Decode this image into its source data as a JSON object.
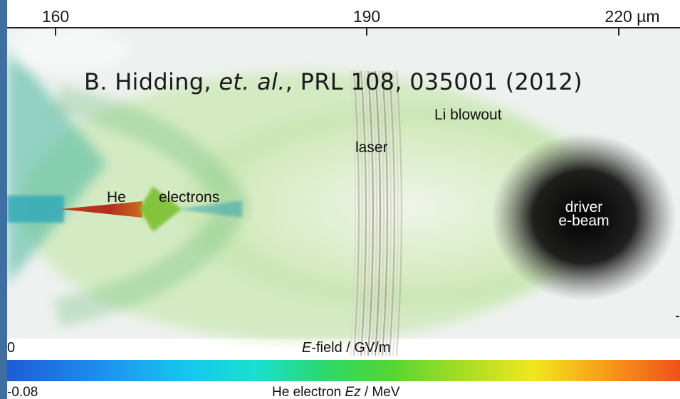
{
  "axis": {
    "ticks": [
      "160",
      "190",
      "220 µm"
    ]
  },
  "citation": {
    "prefix": "B. Hidding, ",
    "italic": "et. al.",
    "suffix": ", PRL 108, 035001 (2012)"
  },
  "annotations": {
    "li_blowout": "Li blowout",
    "laser": "laser",
    "he": "He",
    "electrons": "electrons",
    "driver_line1": "driver",
    "driver_line2": "e-beam"
  },
  "colorbar": {
    "top_min": "0",
    "field_italic": "E",
    "field_rest": "-field / GV/m",
    "bottom_min": "-0.08",
    "energy_prefix": "He electron ",
    "energy_italic": "Ez",
    "energy_suffix": " / MeV",
    "colors": [
      "#1f5bd8",
      "#15c9ee",
      "#2bd86c",
      "#efe81e",
      "#f0501a"
    ]
  }
}
